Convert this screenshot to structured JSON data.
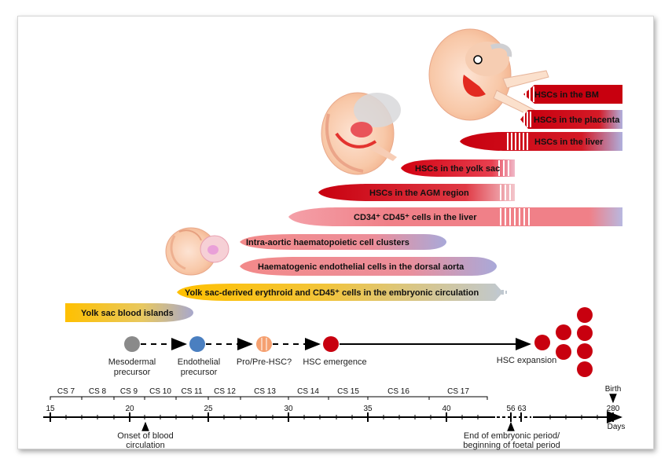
{
  "bars": [
    {
      "label": "HSCs in the BM"
    },
    {
      "label": "HSCs in the placenta"
    },
    {
      "label": "HSCs in the liver"
    },
    {
      "label": "HSCs in the yolk sac"
    },
    {
      "label": "HSCs in the AGM region"
    },
    {
      "label": "CD34⁺ CD45⁺ cells in the liver"
    },
    {
      "label": "Intra-aortic haematopoietic cell clusters"
    },
    {
      "label": "Haematogenic endothelial cells in the dorsal aorta"
    },
    {
      "label": "Yolk sac-derived erythroid and CD45⁺ cells in the embryonic circulation"
    },
    {
      "label": "Yolk sac blood islands"
    }
  ],
  "lineage": {
    "mesodermal": [
      "Mesodermal",
      "precursor"
    ],
    "endothelial": [
      "Endothelial",
      "precursor"
    ],
    "pro_pre_hsc": "Pro/Pre-HSC?",
    "emergence": "HSC emergence",
    "expansion": "HSC expansion"
  },
  "axis": {
    "cs_labels": [
      "CS 7",
      "CS 8",
      "CS 9",
      "CS 10",
      "CS 11",
      "CS 12",
      "CS 13",
      "CS 14",
      "CS 15",
      "CS 16",
      "CS 17"
    ],
    "ticks": [
      "15",
      "20",
      "25",
      "30",
      "35",
      "40",
      "56",
      "63",
      "280"
    ],
    "birth": "Birth",
    "days": "Days",
    "onset": [
      "Onset of blood",
      "circulation"
    ],
    "end_embryonic": [
      "End of embryonic period/",
      "beginning of foetal period"
    ]
  },
  "colors": {
    "red": "#c8000f",
    "pink": "#f08080",
    "yellow": "#ffc000",
    "lavender": "#a8a8d8",
    "grey": "#8a8a8a",
    "blue": "#4a7fc0",
    "orange": "#f5a070"
  }
}
